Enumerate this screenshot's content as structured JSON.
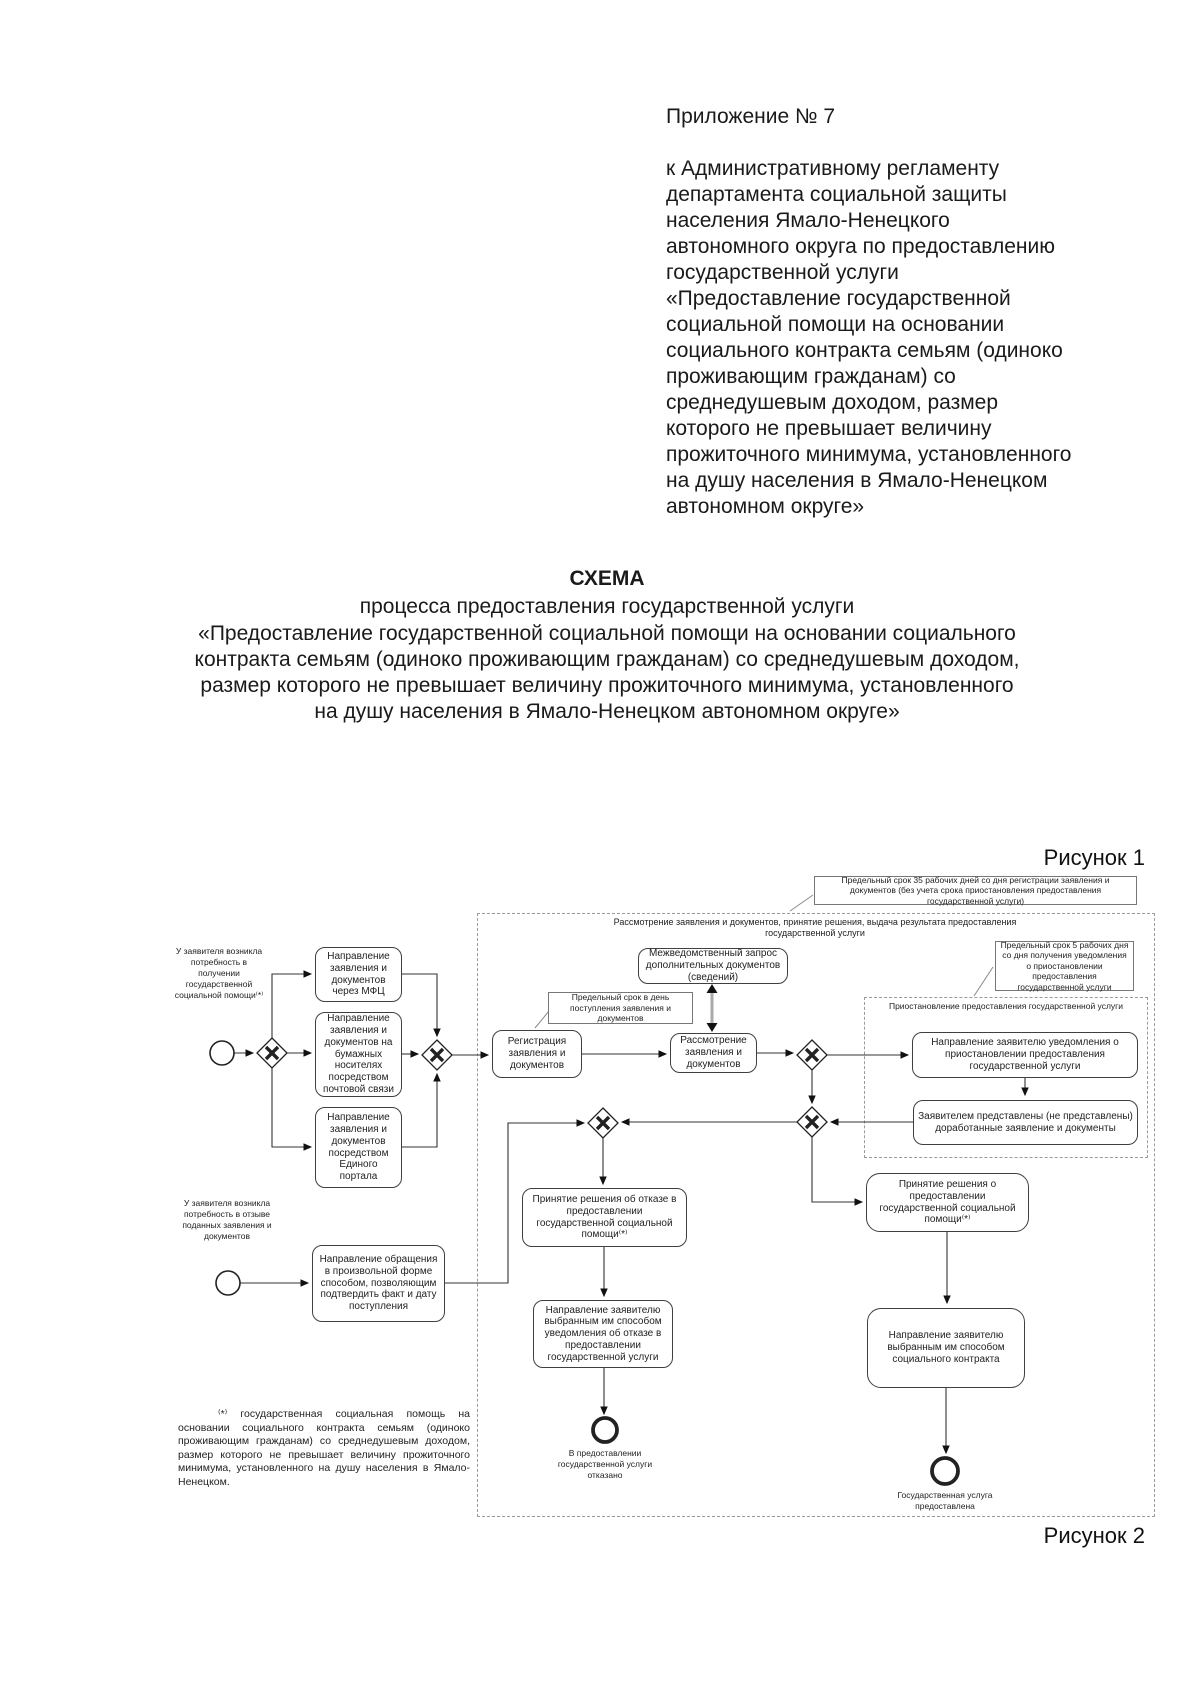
{
  "header": {
    "appendix_heading": "Приложение № 7",
    "appendix_body": "к Административному регламенту департамента социальной защиты населения Ямало-Ненецкого автономного округа по предоставлению государственной услуги «Предоставление государственной социальной помощи на основании социального контракта семьям (одиноко проживающим гражданам) со среднедушевым доходом, размер которого не превышает величину прожиточного минимума, установленного на душу населения в Ямало-Ненецком автономном округе»"
  },
  "title": {
    "heading": "СХЕМА",
    "subtitle": "процесса предоставления государственной услуги",
    "description": "«Предоставление государственной социальной помощи на основании социального контракта семьям (одиноко проживающим гражданам) со среднедушевым доходом, размер которого не превышает величину прожиточного минимума, установленного на душу населения в Ямало-Ненецком автономном округе»"
  },
  "diagram": {
    "figure1_label": "Рисунок 1",
    "figure2_label": "Рисунок 2",
    "frames": {
      "main_label": "Рассмотрение заявления и документов, принятие решения, выдача результата предоставления государственной услуги",
      "suspend_label": "Приостановление предоставления государственной услуги"
    },
    "annotations": {
      "deadline_35_days": "Предельный срок 35 рабочих дней со дня регистрации заявления и документов (без учета срока приостановления предоставления государственной услуги)",
      "deadline_5_days": "Предельный срок 5 рабочих дня со дня получения уведомления о приостановлении предоставления государственной услуги",
      "deadline_same_day": "Предельный срок в день поступления заявления и документов"
    },
    "events": {
      "start_need_help": "У заявителя возникла потребность в получении государственной социальной помощи⁽*⁾",
      "start_withdraw": "У заявителя возникла потребность в отзыве поданных заявления и документов",
      "end_refused": "В предоставлении государственной услуги отказано",
      "end_provided": "Государственная услуга предоставлена"
    },
    "tasks": {
      "mfc": "Направление заявления и документов через МФЦ",
      "paper_mail": "Направление заявления и документов на бумажных носителях посредством почтовой связи",
      "portal": "Направление заявления и документов посредством Единого портала",
      "registration": "Регистрация заявления и документов",
      "review": "Рассмотрение заявления и документов",
      "interagency_request": "Межведомственный запрос дополнительных документов (сведений)",
      "notify_suspension": "Направление заявителю уведомления о приостановлении предоставления государственной услуги",
      "docs_resubmitted": "Заявителем представлены (не представлены) доработанные заявление и документы",
      "decision_refuse": "Принятие решения об отказе в предоставлении государственной социальной помощи⁽*⁾",
      "notify_refusal": "Направление заявителю выбранным им способом уведомления об отказе в предоставлении государственной услуги",
      "decision_provide": "Принятие решения о предоставлении государственной социальной помощи⁽*⁾",
      "send_contract": "Направление заявителю выбранным им способом социального контракта",
      "withdraw_request": "Направление обращения в произвольной форме способом, позволяющим подтвердить факт и дату поступления"
    }
  },
  "footnote": "⁽*⁾ государственная социальная помощь на основании социального контракта семьям (одиноко проживающим гражданам) со среднедушевым доходом, размер которого не превышает величину прожиточного минимума, установленного на душу населения в Ямало-Ненецком."
}
